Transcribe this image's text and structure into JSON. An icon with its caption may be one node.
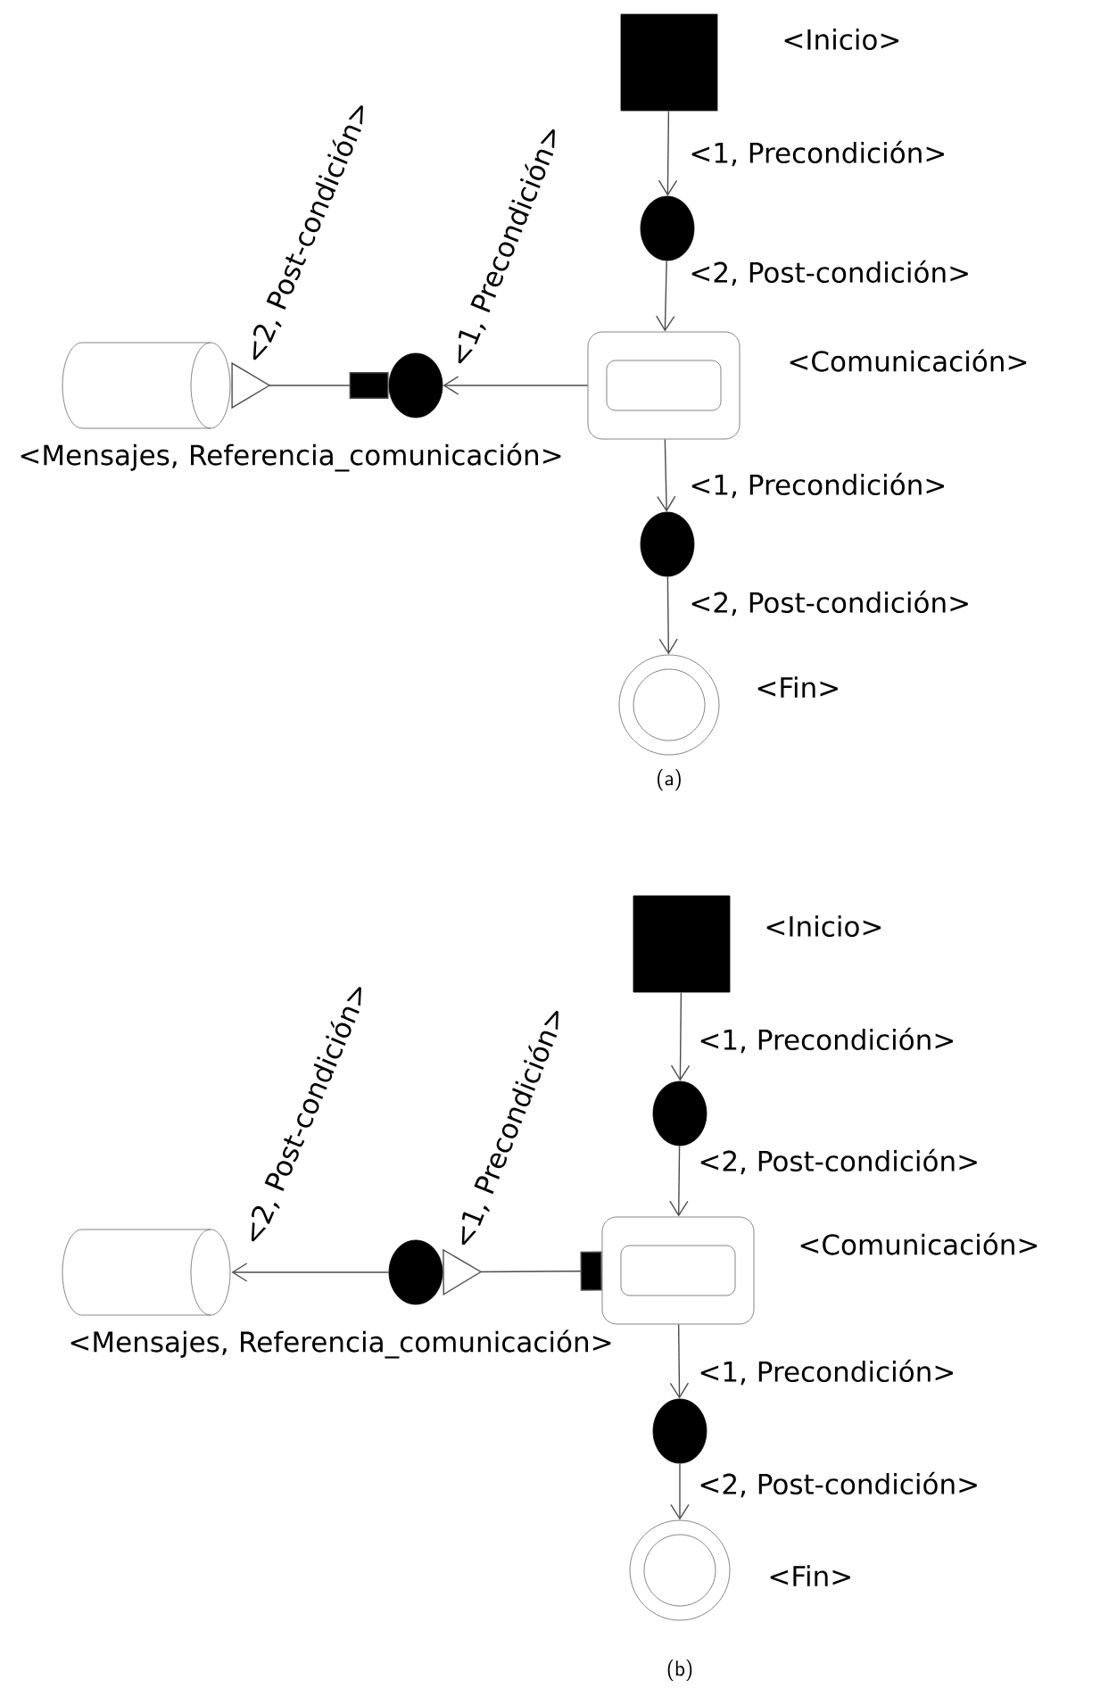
{
  "diagram": {
    "nodes": [
      {
        "text": [],
        "shape": "box",
        "beside": [
          "<Inicio>"
        ]
      },
      {
        "text": [],
        "shape": "ellipse"
      },
      {
        "text": [],
        "shape": "cylinder",
        "beside": [
          "<Mensajes, Referencia_comunicación>"
        ]
      },
      {
        "text": [],
        "shape": "ellipse"
      },
      {
        "text": [],
        "shape": "box",
        "beside": [
          "<Comunicación>"
        ]
      },
      {
        "text": [],
        "shape": "ellipse"
      },
      {
        "text": [],
        "shape": "circle",
        "beside": [
          "<Fin>"
        ]
      },
      {
        "text": [],
        "shape": "box",
        "beside": [
          "<Inicio>"
        ]
      },
      {
        "text": [],
        "shape": "ellipse"
      },
      {
        "text": [],
        "shape": "cylinder",
        "beside": [
          "<Mensajes, Referencia_comunicación>"
        ]
      },
      {
        "text": [],
        "shape": "ellipse"
      },
      {
        "text": [],
        "shape": "box",
        "beside": [
          "<Comunicación>"
        ]
      },
      {
        "text": [],
        "shape": "ellipse"
      },
      {
        "text": [],
        "shape": "circle",
        "beside": [
          "<Fin>"
        ]
      }
    ],
    "edges": [
      {
        "from": 0,
        "to": 1,
        "arrow": "to",
        "label": "<1, Precondición>"
      },
      {
        "from": 1,
        "to": 4,
        "arrow": "to",
        "label": "<2, Post-condición>"
      },
      {
        "from": 4,
        "to": 3,
        "arrow": "to",
        "label": "<1, Precondición>"
      },
      {
        "from": 3,
        "to": 2,
        "arrow": "other",
        "label": "<2, Post-condición>"
      },
      {
        "from": 4,
        "to": 5,
        "arrow": "to",
        "label": "<1, Precondición>"
      },
      {
        "from": 5,
        "to": 6,
        "arrow": "to",
        "label": "<2, Post-condición>"
      },
      {
        "from": 7,
        "to": 8,
        "arrow": "to",
        "label": "<1, Precondición>"
      },
      {
        "from": 8,
        "to": 11,
        "arrow": "to",
        "label": "<2, Post-condición>"
      },
      {
        "from": 11,
        "to": 10,
        "arrow": "other",
        "label": "<1, Precondición>"
      },
      {
        "from": 10,
        "to": 9,
        "arrow": "to",
        "label": "<2, Post-condición>"
      },
      {
        "from": 11,
        "to": 12,
        "arrow": "to",
        "label": "<1, Precondición>"
      },
      {
        "from": 12,
        "to": 13,
        "arrow": "to",
        "label": "<2, Post-condición>"
      }
    ],
    "labels": [
      "(a)",
      "(b)"
    ]
  }
}
